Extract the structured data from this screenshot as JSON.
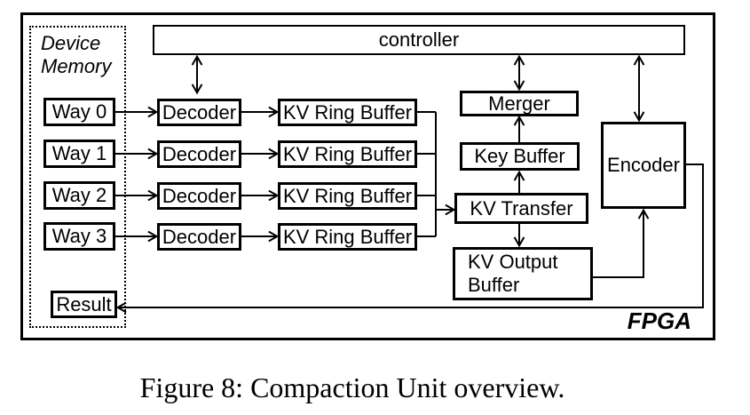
{
  "caption": "Figure 8: Compaction Unit overview.",
  "colors": {
    "stroke": "#000000",
    "background": "#ffffff",
    "text": "#000000"
  },
  "diagram": {
    "fpga_label": "FPGA",
    "device_memory_label": "Device Memory",
    "controller_label": "controller",
    "rows": [
      {
        "way": "Way 0",
        "decoder": "Decoder",
        "ring_buffer": "KV Ring Buffer"
      },
      {
        "way": "Way 1",
        "decoder": "Decoder",
        "ring_buffer": "KV Ring Buffer"
      },
      {
        "way": "Way 2",
        "decoder": "Decoder",
        "ring_buffer": "KV Ring Buffer"
      },
      {
        "way": "Way 3",
        "decoder": "Decoder",
        "ring_buffer": "KV Ring Buffer"
      }
    ],
    "merger_label": "Merger",
    "key_buffer_label": "Key Buffer",
    "kv_transfer_label": "KV Transfer",
    "kv_output_buffer_label": "KV Output Buffer",
    "encoder_label": "Encoder",
    "result_label": "Result"
  }
}
